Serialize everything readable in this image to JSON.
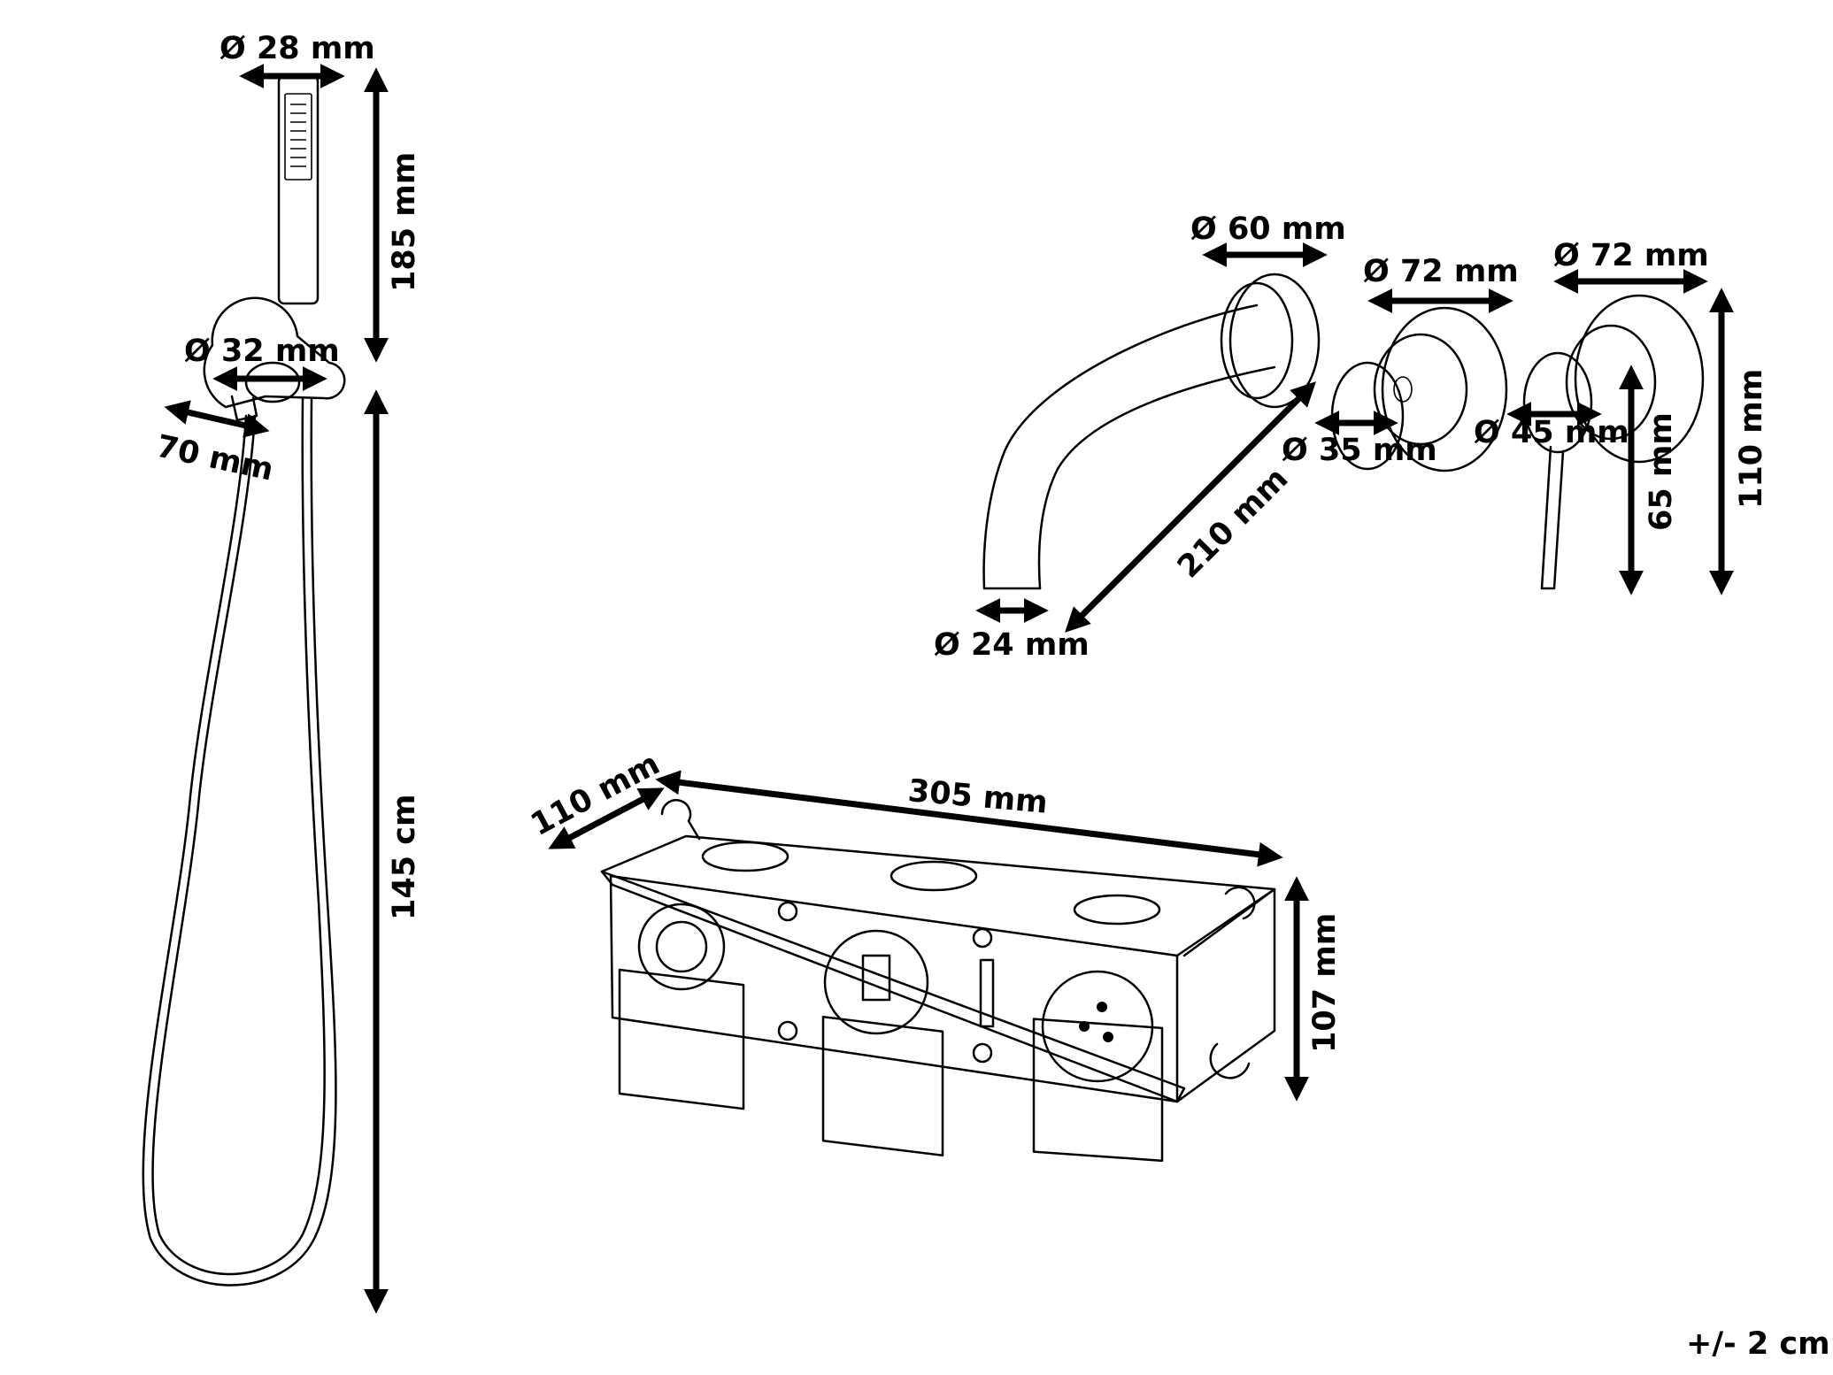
{
  "dimensions": {
    "head_diameter": "Ø 28 mm",
    "head_length": "185 mm",
    "holder_diameter": "Ø 32 mm",
    "holder_depth": "70 mm",
    "hose_length": "145 cm",
    "spout_flange": "Ø 60 mm",
    "spout_outlet": "Ø 24 mm",
    "spout_length": "210 mm",
    "handle1_flange": "Ø 72 mm",
    "handle1_knob": "Ø 35 mm",
    "handle2_flange": "Ø 72 mm",
    "handle2_knob": "Ø 45 mm",
    "lever_height": "65 mm",
    "rosette_height": "110 mm",
    "box_width": "305 mm",
    "box_depth": "110 mm",
    "box_height": "107 mm"
  },
  "tolerance": "+/- 2 cm"
}
